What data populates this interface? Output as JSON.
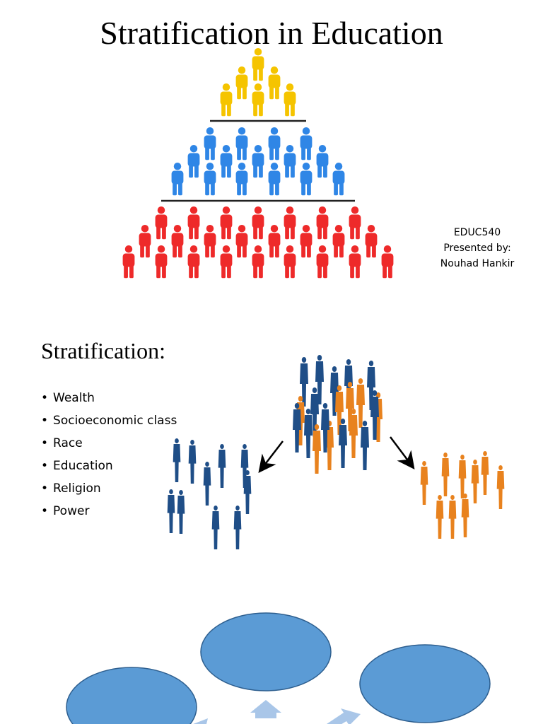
{
  "slide1": {
    "title": "Stratification in Education",
    "course": "EDUC540",
    "presented_by": "Presented by:",
    "presenter": "Nouhad Hankir",
    "pyramid": {
      "top_color": "#f5c400",
      "middle_color": "#2f86e6",
      "bottom_color": "#ee2a2a"
    }
  },
  "slide2": {
    "title": "Stratification:",
    "bullets": [
      "Wealth",
      "Socioeconomic class",
      "Race",
      "Education",
      "Religion",
      "Power"
    ],
    "group_colors": {
      "blue": "#1f4e87",
      "orange": "#e8821e"
    }
  },
  "slide3": {
    "bubble_color": "#5b9bd5",
    "bubble_stroke": "#2e5f8f",
    "arrow_color": "#a9c6e8"
  }
}
